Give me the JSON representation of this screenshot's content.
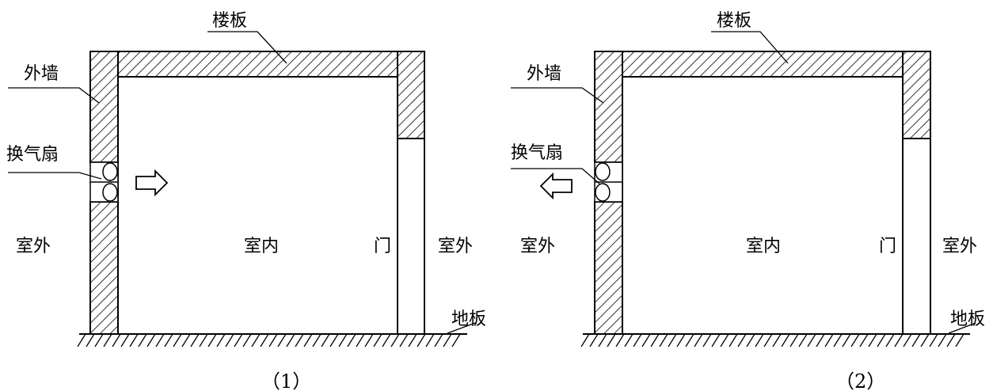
{
  "diagrams": [
    {
      "caption": "（1）",
      "labels": {
        "floor_slab": "楼板",
        "exterior_wall": "外墙",
        "exhaust_fan": "换气扇",
        "outdoor_left": "室外",
        "indoor": "室内",
        "door": "门",
        "outdoor_right": "室外",
        "ground": "地板"
      },
      "airflow_direction": "inward"
    },
    {
      "caption": "（2）",
      "labels": {
        "floor_slab": "楼板",
        "exterior_wall": "外墙",
        "exhaust_fan": "换气扇",
        "outdoor_left": "室外",
        "indoor": "室内",
        "door": "门",
        "outdoor_right": "室外",
        "ground": "地板"
      },
      "airflow_direction": "outward"
    }
  ]
}
